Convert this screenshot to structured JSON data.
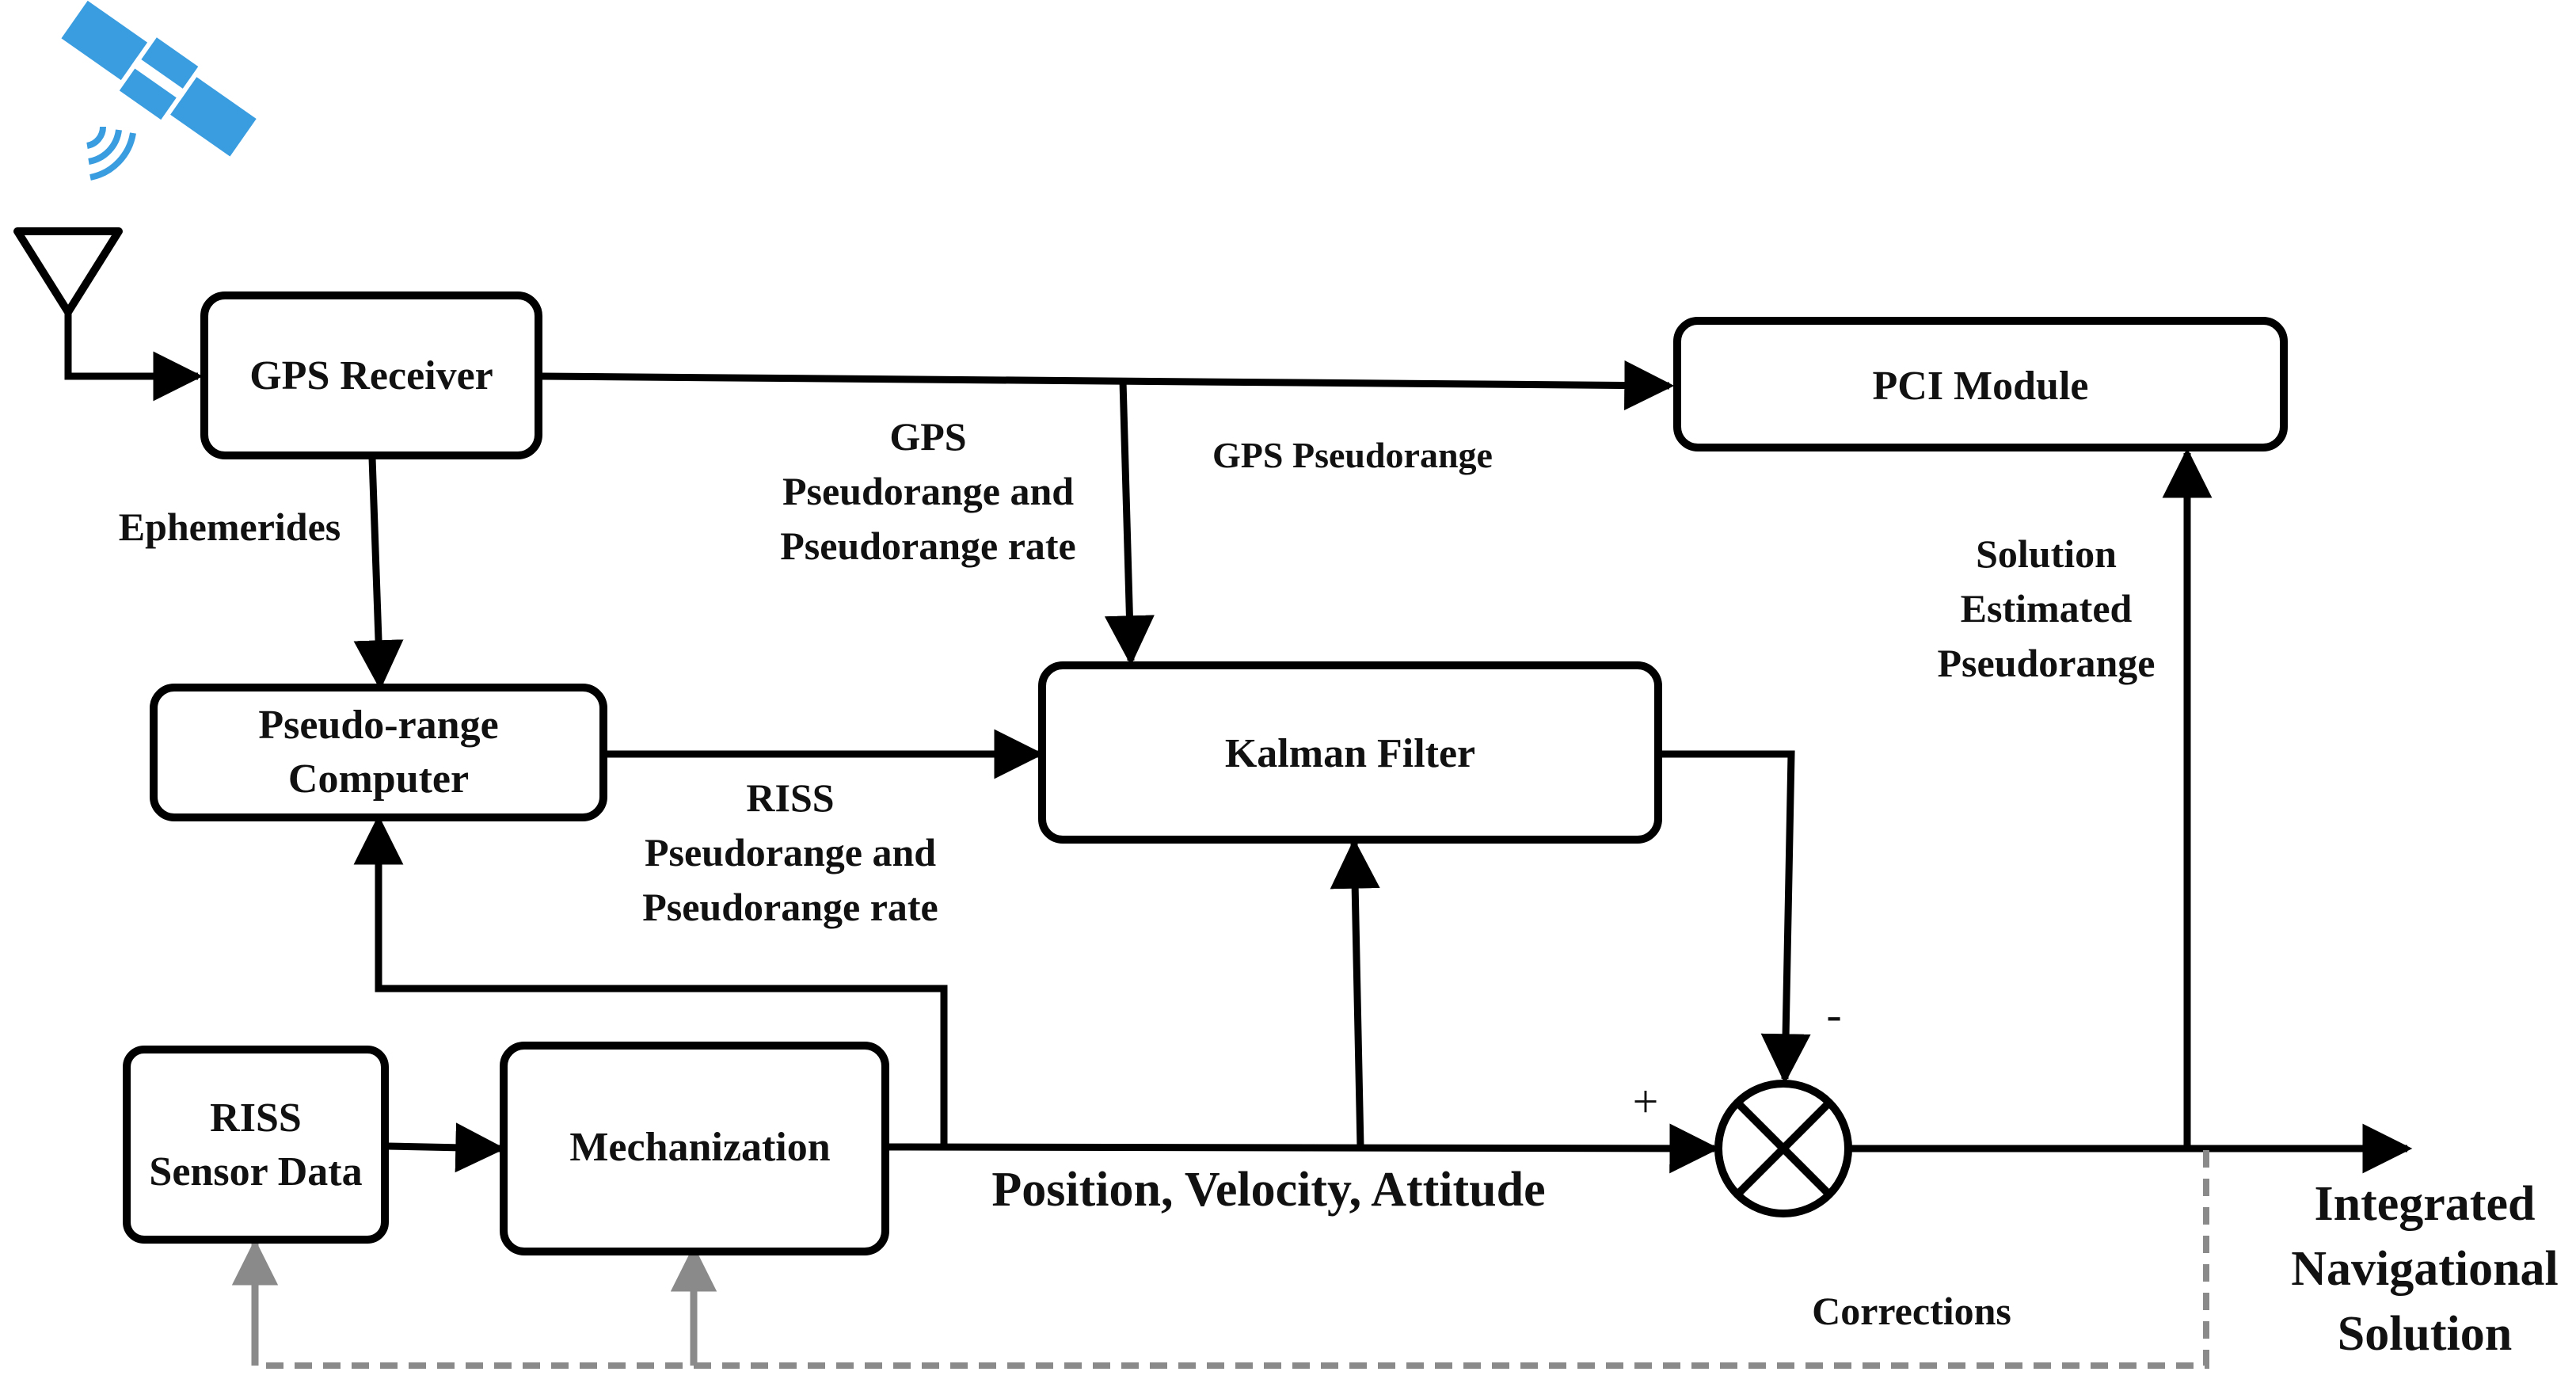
{
  "colors": {
    "satellite": "#3a9de0",
    "stroke": "#000000",
    "feedback": "#8a8a8a"
  },
  "icons": [
    "satellite-icon",
    "antenna-icon",
    "summing-junction-icon"
  ],
  "blocks": {
    "gps_receiver": "GPS Receiver",
    "pci_module": "PCI Module",
    "pseudo_range_computer": [
      "Pseudo-range",
      "Computer"
    ],
    "kalman_filter": "Kalman Filter",
    "riss_sensor_data": [
      "RISS",
      "Sensor Data"
    ],
    "mechanization": "Mechanization"
  },
  "labels": {
    "ephemerides": "Ephemerides",
    "gps_pr_rate": [
      "GPS",
      "Pseudorange and",
      "Pseudorange rate"
    ],
    "gps_pseudorange": "GPS Pseudorange",
    "solution_estimated": [
      "Solution",
      "Estimated",
      "Pseudorange"
    ],
    "riss_pr_rate": [
      "RISS",
      "Pseudorange and",
      "Pseudorange rate"
    ],
    "pva": "Position, Velocity, Attitude",
    "plus": "+",
    "minus": "-",
    "corrections": "Corrections",
    "output": [
      "Integrated",
      "Navigational",
      "Solution"
    ]
  }
}
